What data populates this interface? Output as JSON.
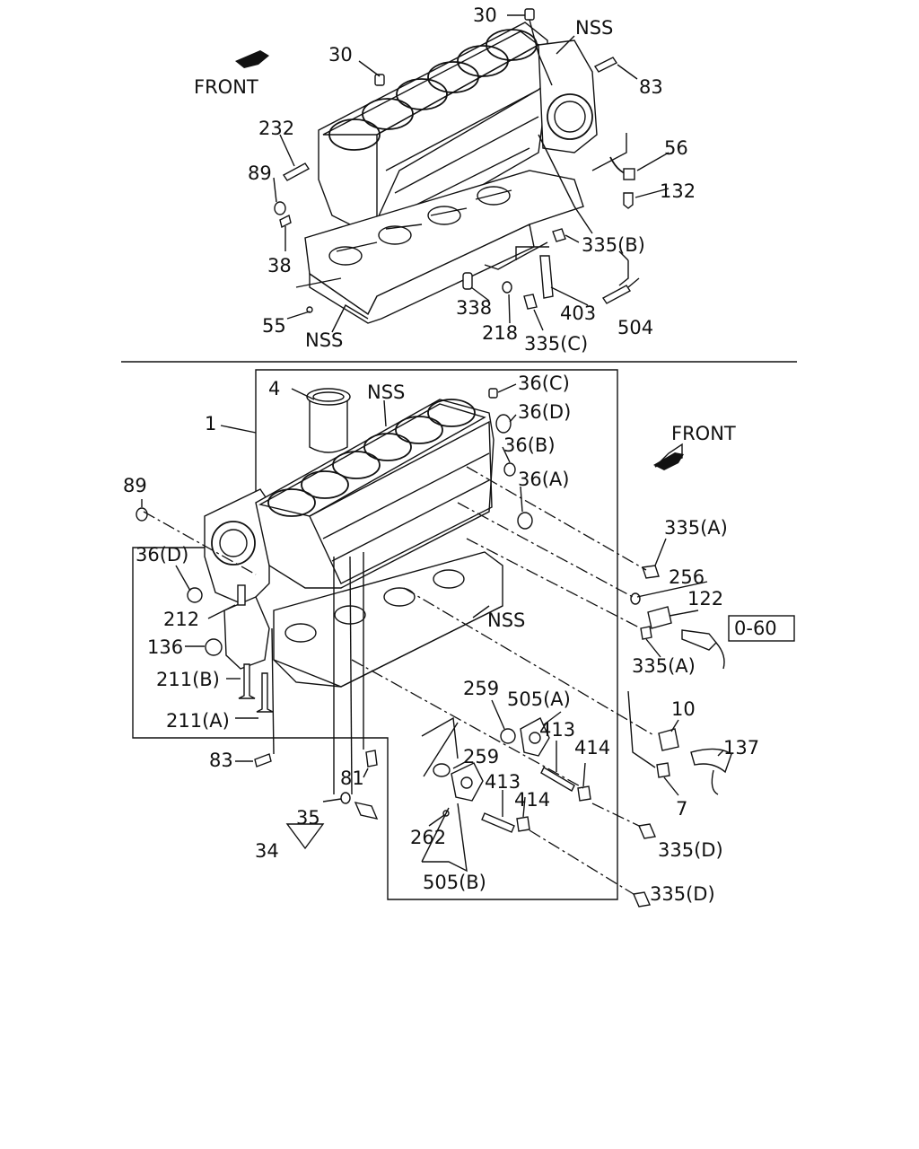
{
  "labels": {
    "front_top": "FRONT",
    "front_bottom": "FRONT",
    "nss": "NSS",
    "part_30": "30",
    "part_83": "83",
    "part_56": "56",
    "part_132": "132",
    "part_232": "232",
    "part_89": "89",
    "part_38": "38",
    "part_335b": "335(B)",
    "part_504": "504",
    "part_403": "403",
    "part_338": "338",
    "part_218": "218",
    "part_335c": "335(C)",
    "part_55": "55",
    "part_4": "4",
    "part_1": "1",
    "part_36c": "36(C)",
    "part_36d": "36(D)",
    "part_36b": "36(B)",
    "part_36a": "36(A)",
    "part_335a": "335(A)",
    "part_256": "256",
    "part_122": "122",
    "ref_box": "0-60",
    "part_212": "212",
    "part_136": "136",
    "part_211b": "211(B)",
    "part_211a": "211(A)",
    "part_259": "259",
    "part_505a": "505(A)",
    "part_413": "413",
    "part_414": "414",
    "part_10": "10",
    "part_137": "137",
    "part_7": "7",
    "part_335d": "335(D)",
    "part_81": "81",
    "part_35": "35",
    "part_34": "34",
    "part_262": "262",
    "part_505b": "505(B)"
  }
}
